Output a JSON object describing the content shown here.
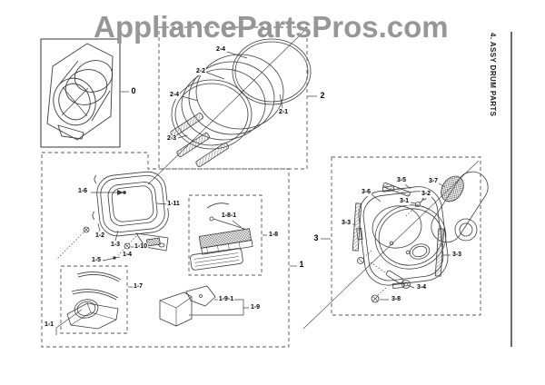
{
  "watermark": {
    "text": "AppliancePartsPros.com"
  },
  "sidebar": {
    "title": "4. ASSY DRUM PARTS"
  },
  "groups": {
    "assembly": {
      "label": "0"
    },
    "front": {
      "label": "1"
    },
    "cylinder": {
      "label": "2"
    },
    "rear": {
      "label": "3"
    }
  },
  "labels": {
    "cylinder": [
      {
        "part": "2-4"
      },
      {
        "part": "2-2"
      },
      {
        "part": "2-4"
      },
      {
        "part": "2-3"
      },
      {
        "part": "2-1"
      }
    ],
    "front": [
      {
        "part": "1-6"
      },
      {
        "part": "1-11"
      },
      {
        "part": "1-2"
      },
      {
        "part": "1-3"
      },
      {
        "part": "1-10"
      },
      {
        "part": "1-4"
      },
      {
        "part": "1-5"
      },
      {
        "part": "1-7"
      },
      {
        "part": "1-1"
      },
      {
        "part": "1-8-1"
      },
      {
        "part": "1-8"
      },
      {
        "part": "1-9-1"
      },
      {
        "part": "1-9"
      }
    ],
    "rear": [
      {
        "part": "3-5"
      },
      {
        "part": "3-7"
      },
      {
        "part": "3-6"
      },
      {
        "part": "3-2"
      },
      {
        "part": "3-1"
      },
      {
        "part": "3-3"
      },
      {
        "part": "3-3"
      },
      {
        "part": "3-4"
      },
      {
        "part": "3-8"
      }
    ]
  }
}
